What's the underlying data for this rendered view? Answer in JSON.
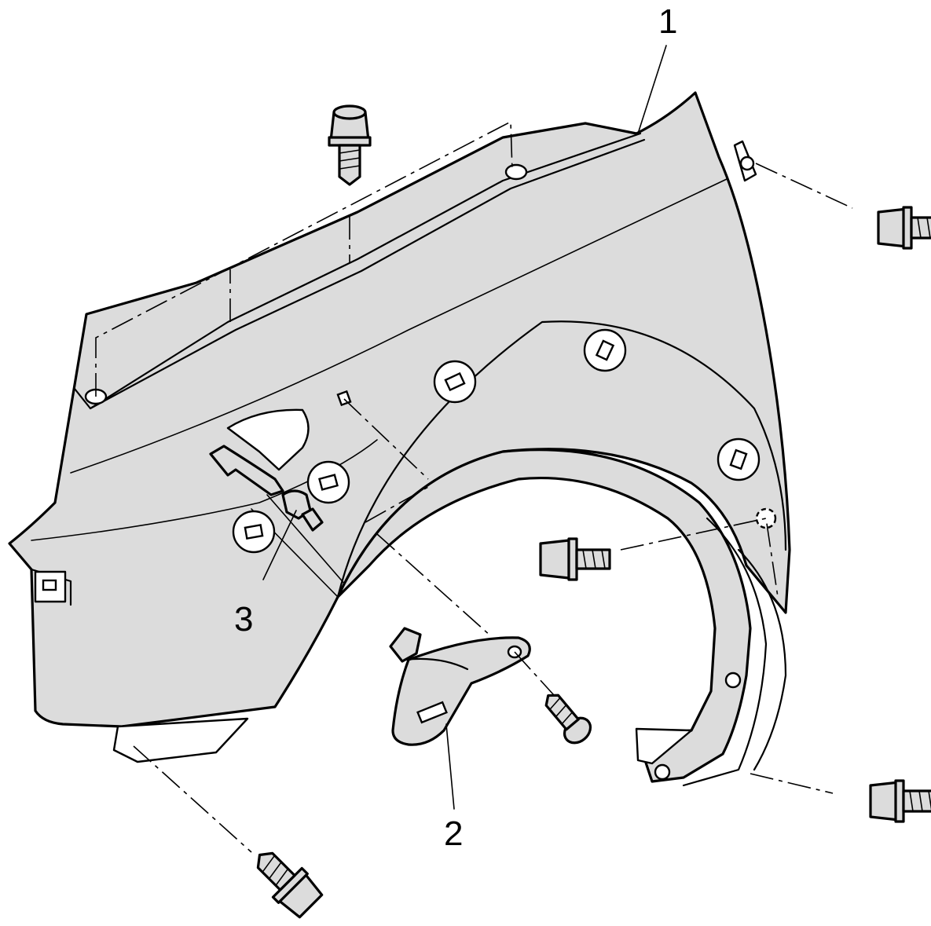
{
  "callouts": {
    "fender": "1",
    "bracket": "2",
    "connector": "3"
  }
}
